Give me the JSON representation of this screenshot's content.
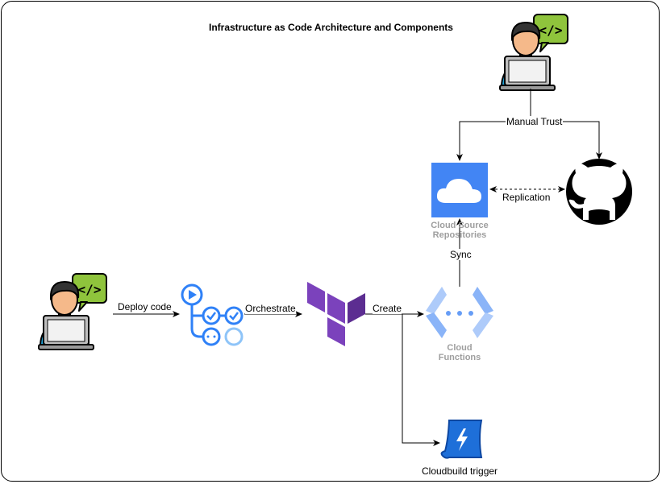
{
  "title": "Infrastructure as Code Architecture and Components",
  "edges": {
    "deploy_code": "Deploy code",
    "orchestrate": "Orchestrate",
    "create": "Create",
    "sync": "Sync",
    "manual_trust": "Manual Trust",
    "replication": "Replication"
  },
  "nodes": {
    "developer_top": {
      "icon": "developer-icon"
    },
    "developer_left": {
      "icon": "developer-icon"
    },
    "github_actions": {
      "icon": "github-actions-icon"
    },
    "terraform": {
      "icon": "terraform-icon"
    },
    "cloud_functions": {
      "icon": "cloud-functions-icon",
      "label_line1": "Cloud",
      "label_line2": "Functions"
    },
    "cloud_source_repositories": {
      "icon": "cloud-icon",
      "label_line1": "Cloud Source",
      "label_line2": "Repositories"
    },
    "github": {
      "icon": "github-icon"
    },
    "cloudbuild_trigger": {
      "icon": "cloudbuild-trigger-icon",
      "label": "Cloudbuild trigger"
    }
  },
  "colors": {
    "skin": "#f5b98a",
    "hair": "#333333",
    "shirt": "#1fa2d6",
    "laptop": "#bfbfbf",
    "code_bubble": "#8fc43c",
    "actions_blue": "#2f81f7",
    "terraform_purple": "#7b42bc",
    "gcp_blue": "#4285f4",
    "gcp_light": "#aecbfa",
    "github_black": "#000000",
    "caption_gray": "#9e9e9e"
  }
}
